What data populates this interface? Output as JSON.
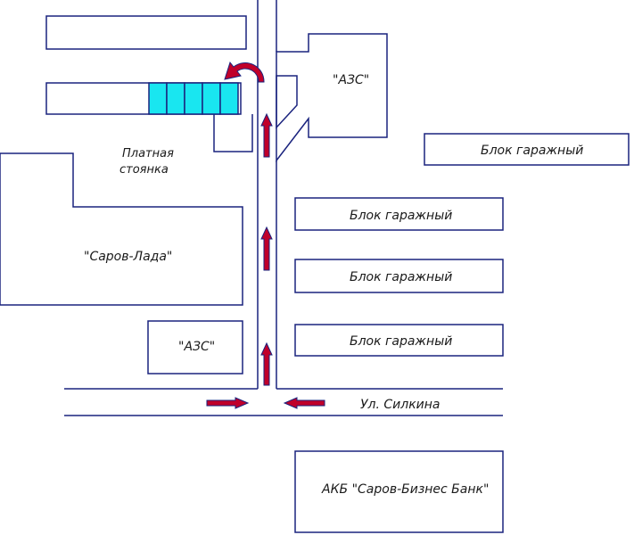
{
  "map": {
    "labels": {
      "azs_top": "\"АЗС\"",
      "garage_1": "Блок гаражный",
      "garage_2": "Блок гаражный",
      "garage_3": "Блок гаражный",
      "garage_4": "Блок гаражный",
      "parking_line1": "Платная",
      "parking_line2": "стоянка",
      "sarov_lada": "\"Саров-Лада\"",
      "azs_bottom": "\"АЗС\"",
      "street": "Ул. Силкина",
      "bank": "АКБ \"Саров-Бизнес Банк\""
    },
    "colors": {
      "outline": "#1a237e",
      "parking_fill": "#19e6f0",
      "arrow_fill": "#c0002a",
      "arrow_stroke": "#1a237e"
    }
  }
}
